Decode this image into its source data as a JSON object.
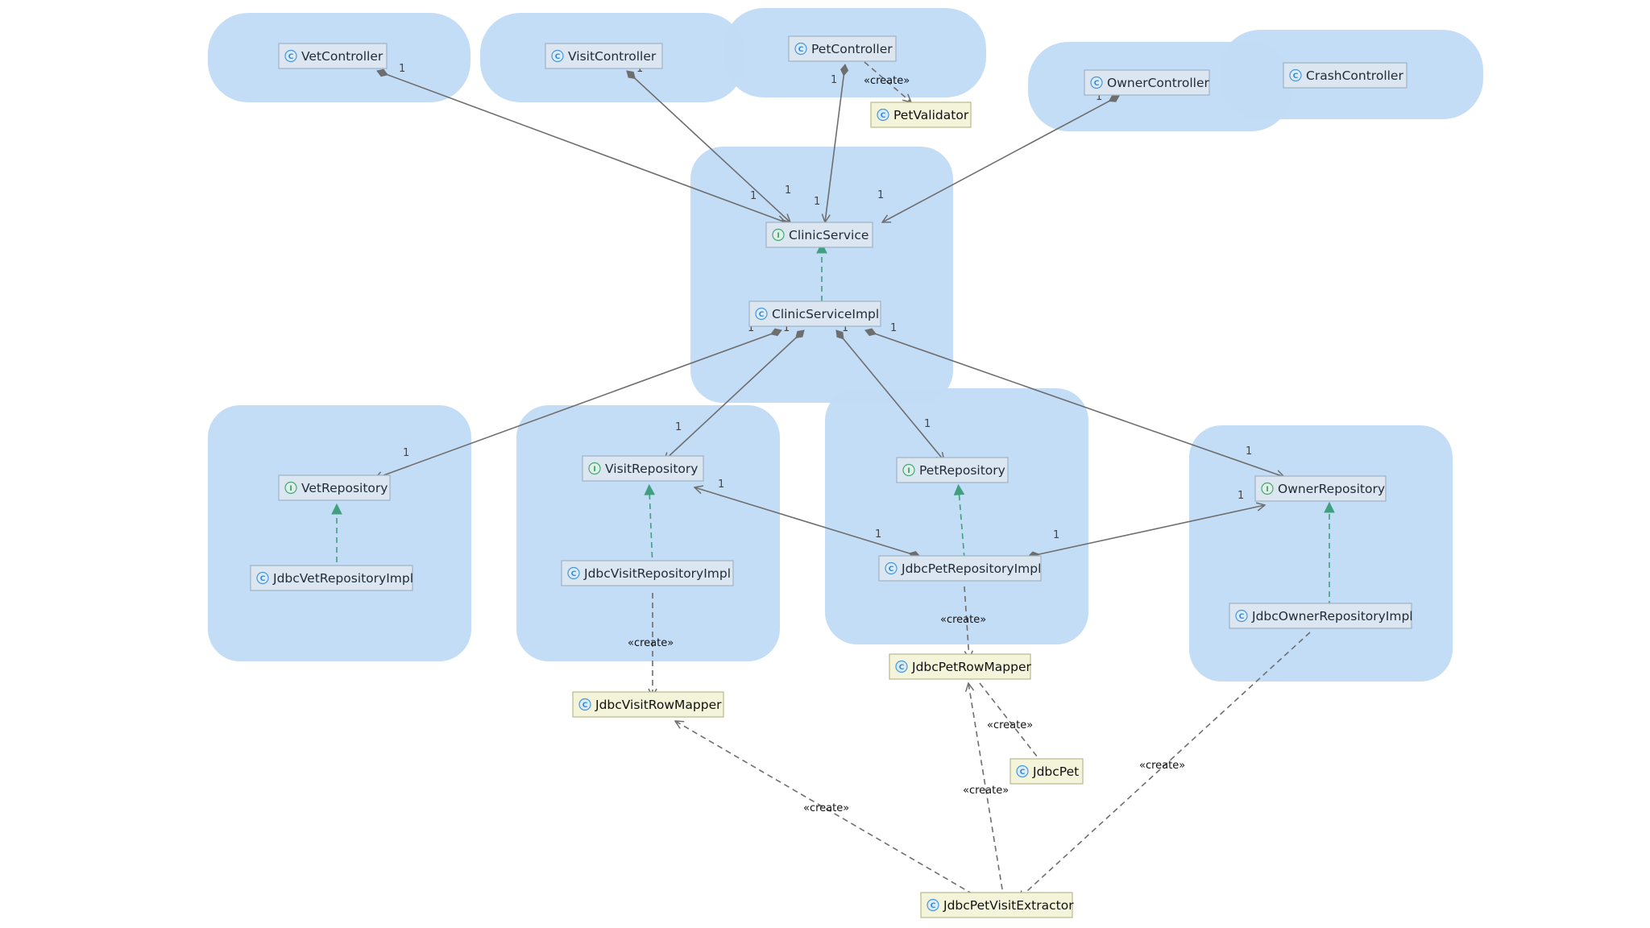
{
  "diagram": {
    "stereotype_create": "«create»",
    "nodes": {
      "vet_controller": {
        "label": "VetController",
        "kind": "class"
      },
      "visit_controller": {
        "label": "VisitController",
        "kind": "class"
      },
      "pet_controller": {
        "label": "PetController",
        "kind": "class"
      },
      "pet_validator": {
        "label": "PetValidator",
        "kind": "class"
      },
      "owner_controller": {
        "label": "OwnerController",
        "kind": "class"
      },
      "crash_controller": {
        "label": "CrashController",
        "kind": "class"
      },
      "clinic_service": {
        "label": "ClinicService",
        "kind": "interface"
      },
      "clinic_service_impl": {
        "label": "ClinicServiceImpl",
        "kind": "class"
      },
      "vet_repository": {
        "label": "VetRepository",
        "kind": "interface"
      },
      "jdbc_vet_repository_impl": {
        "label": "JdbcVetRepositoryImpl",
        "kind": "class"
      },
      "visit_repository": {
        "label": "VisitRepository",
        "kind": "interface"
      },
      "jdbc_visit_repository_impl": {
        "label": "JdbcVisitRepositoryImpl",
        "kind": "class"
      },
      "pet_repository": {
        "label": "PetRepository",
        "kind": "interface"
      },
      "jdbc_pet_repository_impl": {
        "label": "JdbcPetRepositoryImpl",
        "kind": "class"
      },
      "owner_repository": {
        "label": "OwnerRepository",
        "kind": "interface"
      },
      "jdbc_owner_repository_impl": {
        "label": "JdbcOwnerRepositoryImpl",
        "kind": "class"
      },
      "jdbc_visit_row_mapper": {
        "label": "JdbcVisitRowMapper",
        "kind": "class"
      },
      "jdbc_pet_row_mapper": {
        "label": "JdbcPetRowMapper",
        "kind": "class"
      },
      "jdbc_pet": {
        "label": "JdbcPet",
        "kind": "class"
      },
      "jdbc_pet_visit_extractor": {
        "label": "JdbcPetVisitExtractor",
        "kind": "class"
      }
    },
    "multiplicity": "1",
    "badges": {
      "class": "C",
      "interface": "I"
    }
  }
}
